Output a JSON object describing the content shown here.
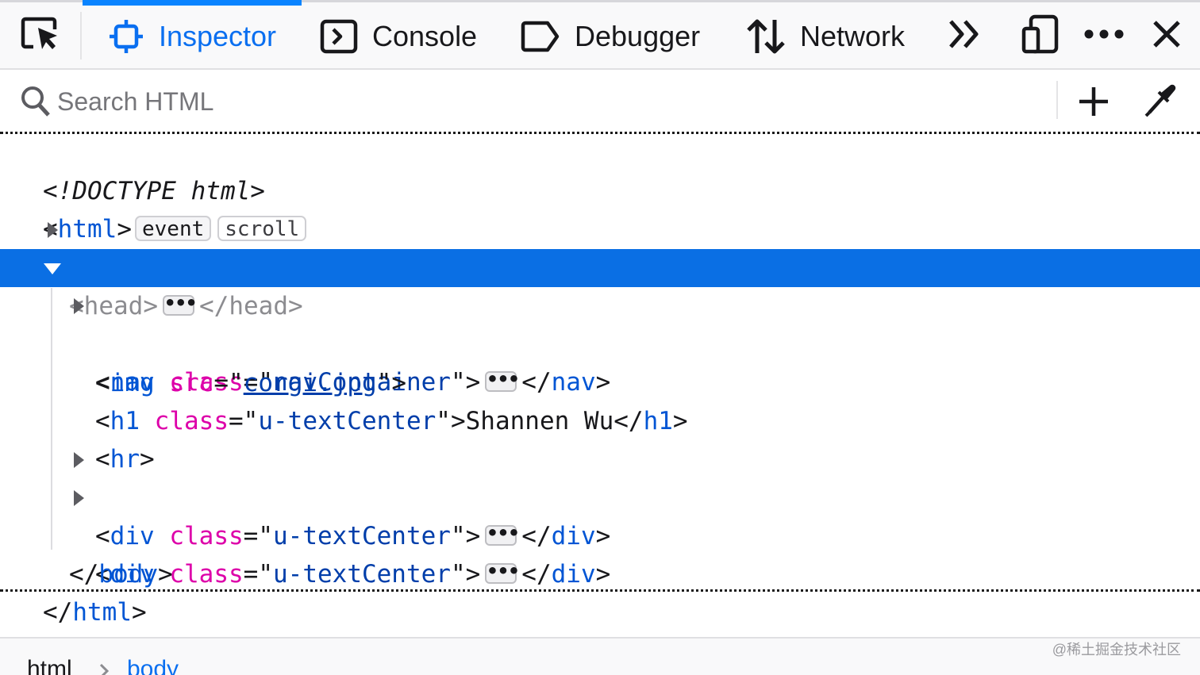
{
  "toolbar": {
    "tabs": [
      {
        "label": "Inspector",
        "active": true
      },
      {
        "label": "Console"
      },
      {
        "label": "Debugger"
      },
      {
        "label": "Network"
      }
    ]
  },
  "search": {
    "placeholder": "Search HTML"
  },
  "tree": {
    "doctype": "<!DOCTYPE html>",
    "html_tag": "html",
    "badges": [
      "event",
      "scroll"
    ],
    "head_tag": "head",
    "body_tag": "body",
    "nav_tag": "nav",
    "nav_attr": "class",
    "nav_class": "navContainer",
    "img_tag": "img",
    "img_attr": "src",
    "img_src": "corgi.jpg",
    "h1_tag": "h1",
    "h1_attr": "class",
    "h1_class": "u-textCenter",
    "h1_text": "Shannen Wu",
    "hr_tag": "hr",
    "div_tag": "div",
    "div_attr": "class",
    "div_class": "u-textCenter",
    "collapsed_marker": "•••"
  },
  "breadcrumbs": [
    "html",
    "body"
  ],
  "watermark": "@稀土掘金技术社区",
  "colors": {
    "accent": "#0a84ff",
    "selection": "#0a6fe4",
    "tag": "#0055d4",
    "attr": "#dd00a9",
    "value": "#003eaa"
  },
  "icons": [
    "element-picker-icon",
    "inspector-icon",
    "console-icon",
    "debugger-icon",
    "network-icon",
    "overflow-chevron-icon",
    "responsive-design-icon",
    "more-options-icon",
    "close-icon",
    "search-icon",
    "add-node-icon",
    "eyedropper-icon",
    "breadcrumb-separator-icon"
  ]
}
